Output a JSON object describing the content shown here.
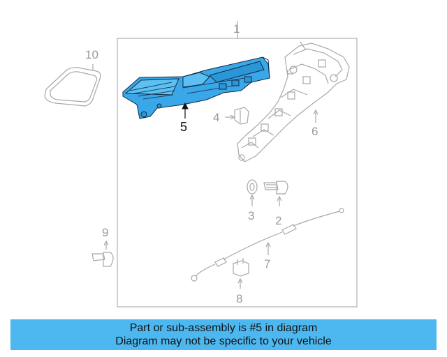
{
  "callouts": {
    "c1": "1",
    "c2": "2",
    "c3": "3",
    "c4": "4",
    "c5": "5",
    "c6": "6",
    "c7": "7",
    "c8": "8",
    "c9": "9",
    "c10": "10"
  },
  "highlight_color": "#3aa8e8",
  "banner": {
    "line1": "Part or sub-assembly is #5 in diagram",
    "line2": "Diagram may not be specific to your vehicle",
    "color": "#4db8f0"
  }
}
